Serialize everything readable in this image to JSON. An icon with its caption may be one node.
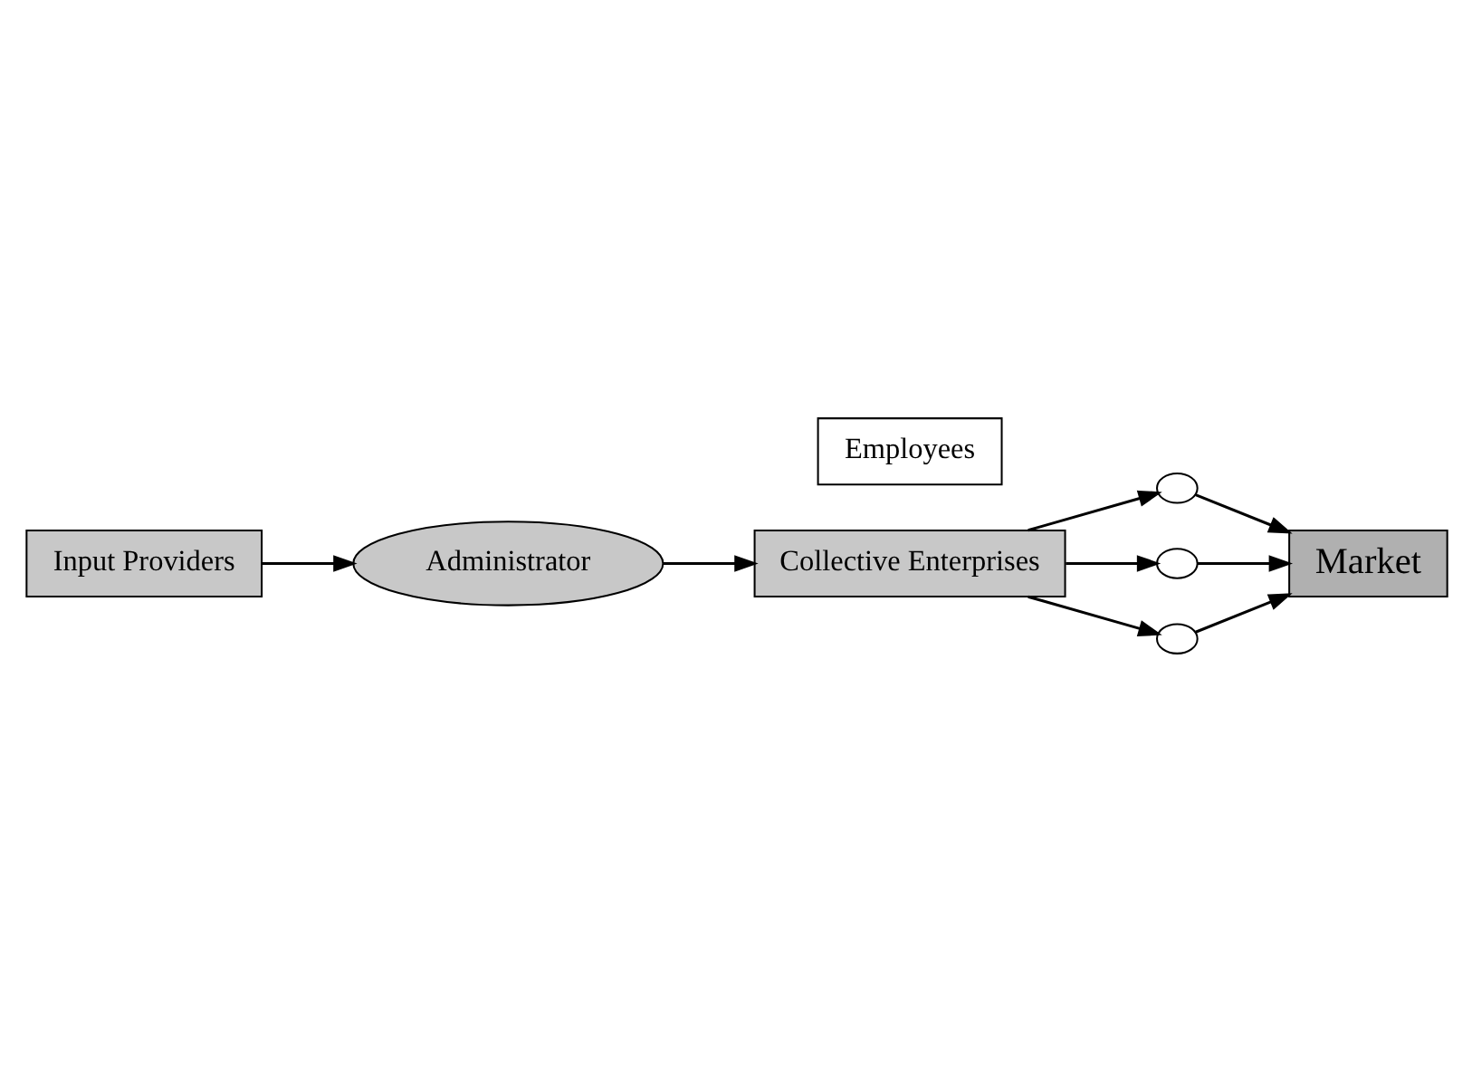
{
  "diagram": {
    "nodes": [
      {
        "text": [
          "Input Providers"
        ]
      },
      {
        "text": [
          "Administrator"
        ]
      },
      {
        "text": [
          "Collective Enterprises"
        ]
      },
      {
        "text": [
          "Employees"
        ]
      },
      {
        "text": [],
        "shape": "circle"
      },
      {
        "text": [],
        "shape": "circle"
      },
      {
        "text": [],
        "shape": "circle"
      },
      {
        "text": [
          "Market"
        ]
      }
    ],
    "edges": [
      {
        "from": 0,
        "to": 1,
        "arrow": "to"
      },
      {
        "from": 1,
        "to": 2,
        "arrow": "to"
      },
      {
        "from": 2,
        "to": 4,
        "arrow": "to"
      },
      {
        "from": 2,
        "to": 5,
        "arrow": "to"
      },
      {
        "from": 2,
        "to": 6,
        "arrow": "to"
      },
      {
        "from": 4,
        "to": 7,
        "arrow": "to"
      },
      {
        "from": 5,
        "to": 7,
        "arrow": "to"
      },
      {
        "from": 6,
        "to": 7,
        "arrow": "to"
      }
    ]
  }
}
